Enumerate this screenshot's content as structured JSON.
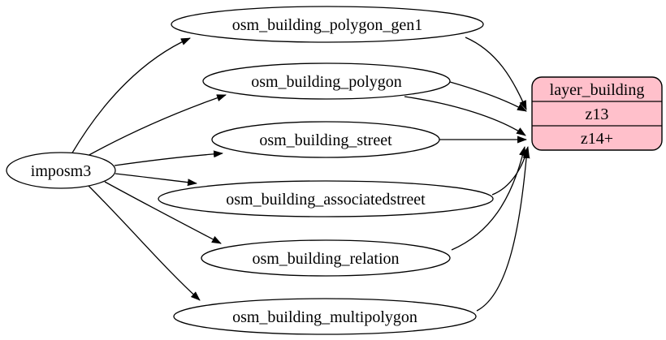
{
  "diagram": {
    "source": {
      "label": "imposm3"
    },
    "tables": [
      {
        "label": "osm_building_polygon_gen1"
      },
      {
        "label": "osm_building_polygon"
      },
      {
        "label": "osm_building_street"
      },
      {
        "label": "osm_building_associatedstreet"
      },
      {
        "label": "osm_building_relation"
      },
      {
        "label": "osm_building_multipolygon"
      }
    ],
    "layer": {
      "title": "layer_building",
      "rows": [
        {
          "label": "z13"
        },
        {
          "label": "z14+"
        }
      ]
    },
    "edges": [
      {
        "from": "imposm3",
        "to": "osm_building_polygon_gen1"
      },
      {
        "from": "imposm3",
        "to": "osm_building_polygon"
      },
      {
        "from": "imposm3",
        "to": "osm_building_street"
      },
      {
        "from": "imposm3",
        "to": "osm_building_associatedstreet"
      },
      {
        "from": "imposm3",
        "to": "osm_building_relation"
      },
      {
        "from": "imposm3",
        "to": "osm_building_multipolygon"
      },
      {
        "from": "osm_building_polygon_gen1",
        "to": "layer_building:z13"
      },
      {
        "from": "osm_building_polygon",
        "to": "layer_building:z13"
      },
      {
        "from": "osm_building_polygon",
        "to": "layer_building:z14+"
      },
      {
        "from": "osm_building_street",
        "to": "layer_building:z14+"
      },
      {
        "from": "osm_building_associatedstreet",
        "to": "layer_building:z14+"
      },
      {
        "from": "osm_building_relation",
        "to": "layer_building:z14+"
      },
      {
        "from": "osm_building_multipolygon",
        "to": "layer_building:z14+"
      }
    ],
    "colors": {
      "layer_fill": "#ffc0cb",
      "table_fill": "#ffffff",
      "stroke": "#000000"
    }
  }
}
